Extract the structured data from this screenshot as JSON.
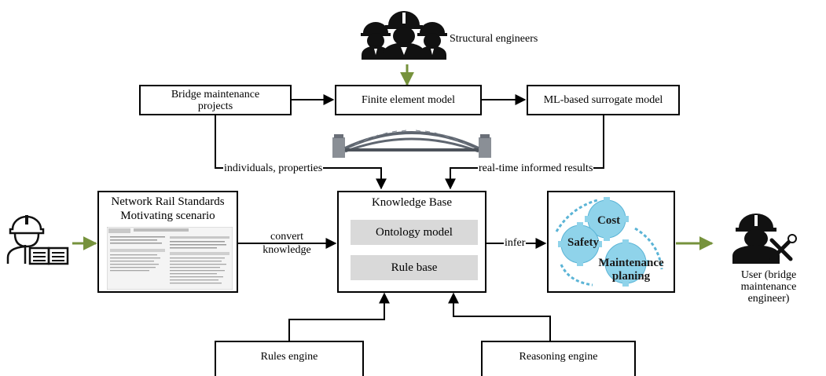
{
  "top": {
    "engineers_label": "Structural engineers",
    "bridge_projects": [
      "Bridge maintenance",
      "projects"
    ],
    "finite_element": "Finite element model",
    "surrogate": "ML-based surrogate  model"
  },
  "links": {
    "individuals": "individuals, properties",
    "realtime": "real-time informed results",
    "convert": [
      "convert",
      "knowledge"
    ],
    "infer": "infer"
  },
  "standards": {
    "title": "Network Rail Standards",
    "subtitle": "Motivating scenario"
  },
  "kb": {
    "title": "Knowledge Base",
    "ontology": "Ontology model",
    "rule_base": "Rule base"
  },
  "outcome": {
    "cost": "Cost",
    "safety": "Safety",
    "maintenance": [
      "Maintenance",
      "planing"
    ]
  },
  "user": [
    "User (bridge maintenance",
    "engineer)"
  ],
  "engines": {
    "rules": "Rules engine",
    "reasoning": "Reasoning engine"
  },
  "colors": {
    "arrow_green": "#76923c",
    "gear_blue": "#8fd3ea",
    "gear_dark": "#5bb4d6",
    "inner_gray": "#d9d9d9",
    "bridge_gray": "#6a6f78"
  },
  "icons": [
    "engineers-group-icon",
    "bridge-icon",
    "reader-engineer-icon",
    "document-preview-icon",
    "gears-icon",
    "user-engineer-icon"
  ]
}
